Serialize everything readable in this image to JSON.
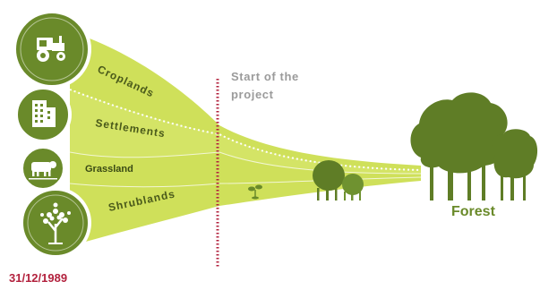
{
  "diagram": {
    "categories": [
      {
        "label": "Croplands",
        "icon": "tractor-icon"
      },
      {
        "label": "Settlements",
        "icon": "buildings-icon"
      },
      {
        "label": "Grassland",
        "icon": "cow-icon"
      },
      {
        "label": "Shrublands",
        "icon": "shrub-icon"
      }
    ],
    "project_start_label": "Start of the project",
    "date": "31/12/1989",
    "outcome_label": "Forest"
  },
  "colors": {
    "band": "#cfe05a",
    "band_light": "#d9e773",
    "circle_dark": "#6a8a2a",
    "circle_ring": "#ffffff",
    "tree_dark": "#5f7d26",
    "tree_light": "#779b35",
    "dotted_line": "#b2213d",
    "start_text": "#9b9b9b",
    "date_text": "#b2213d",
    "forest_text": "#6a8a2a"
  }
}
